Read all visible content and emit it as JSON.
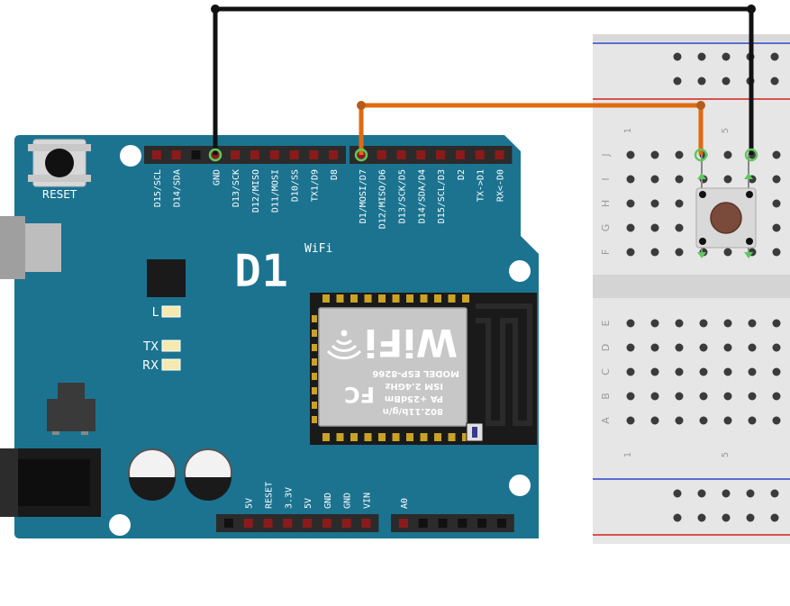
{
  "board": {
    "reset_label": "RESET",
    "logo_text": "D1",
    "logo_sub": "WiFi",
    "colors": {
      "pcb": "#1b7390",
      "header": "#2b2b2b",
      "pin": "#8b1b1b"
    },
    "top_pins_left": [
      "D15/SCL",
      "D14/SDA",
      "",
      "GND",
      "D13/SCK",
      "D12/MISO",
      "D11/MOSI",
      "D10/SS",
      "TX1/D9",
      "D8"
    ],
    "top_pins_right": [
      "D1/MOSI/D7",
      "D12/MISO/D6",
      "D13/SCK/D5",
      "D14/SDA/D4",
      "D15/SCL/D3",
      "D2",
      "TX->D1",
      "RX<-D0"
    ],
    "bottom_pins_left": [
      "",
      "5V",
      "RESET",
      "3.3V",
      "5V",
      "GND",
      "GND",
      "VIN"
    ],
    "bottom_pins_right": [
      "A0",
      "",
      "",
      "",
      "",
      ""
    ],
    "led_l": "L",
    "led_tx": "TX",
    "led_rx": "RX"
  },
  "module": {
    "line1": "802.11b/g/n",
    "line2": "PA +25dBm",
    "line3": "ISM 2.4GHz",
    "line4": "MODEL  ESP-8266",
    "fcc": "FC",
    "wifi": "WiFi"
  },
  "breadboard": {
    "row_letters_top": [
      "J",
      "I",
      "H",
      "G",
      "F"
    ],
    "row_letters_bottom": [
      "E",
      "D",
      "C",
      "B",
      "A"
    ],
    "col_numbers": [
      "1",
      "5"
    ],
    "colors": {
      "body": "#e8e8e8",
      "rail_red": "#d62020",
      "rail_blue": "#2a45c8"
    }
  },
  "wires": [
    {
      "from": "GND",
      "to": "breadboard col 6 row J",
      "color": "#111111"
    },
    {
      "from": "D1/MOSI/D7",
      "to": "breadboard col 4 row J",
      "color": "#e06a10"
    }
  ],
  "button": {
    "cap_color": "#7a4a3a"
  }
}
